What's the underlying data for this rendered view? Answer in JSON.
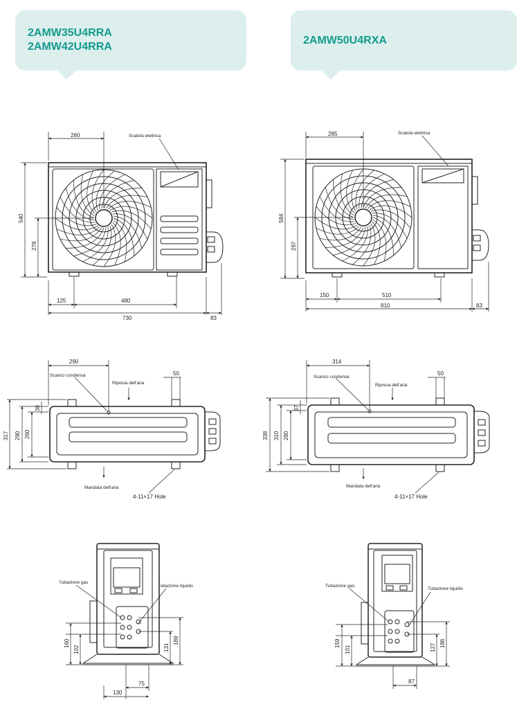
{
  "left_unit": {
    "models": [
      "2AMW35U4RRA",
      "2AMW42U4RRA"
    ],
    "front": {
      "dims": [
        "260",
        "540",
        "278",
        "125",
        "480",
        "730",
        "83"
      ],
      "label": "Scatola elettrica"
    },
    "top": {
      "dims": [
        "290",
        "50",
        "317",
        "290",
        "260",
        "30"
      ],
      "labels": {
        "drain": "Scarico condensa",
        "intake": "Ripresa dell'aria",
        "outlet": "Mandata dell'aria",
        "hole": "4-11×17   Hole"
      }
    },
    "side": {
      "dims": [
        "160",
        "102",
        "131",
        "189",
        "75",
        "130"
      ],
      "labels": {
        "gas": "Tubazione gas",
        "liquid": "Tubazione liquido"
      }
    }
  },
  "right_unit": {
    "model": "2AMW50U4RXA",
    "front": {
      "dims": [
        "285",
        "584",
        "297",
        "150",
        "510",
        "810",
        "83"
      ],
      "label": "Scatola elettrica"
    },
    "top": {
      "dims": [
        "314",
        "50",
        "338",
        "310",
        "280",
        "37"
      ],
      "labels": {
        "drain": "Scarico condensa",
        "intake": "Ripresa dell'aria",
        "outlet": "Mandata dell'aria",
        "hole": "4-11×17   Hole"
      }
    },
    "side": {
      "dims": [
        "159",
        "101",
        "127",
        "186",
        "87"
      ],
      "labels": {
        "gas": "Tubazione gas",
        "liquid": "Tubazione liquido"
      }
    }
  },
  "colors": {
    "accent": "#149a90",
    "bubble": "#dcefed",
    "line": "#222222"
  }
}
